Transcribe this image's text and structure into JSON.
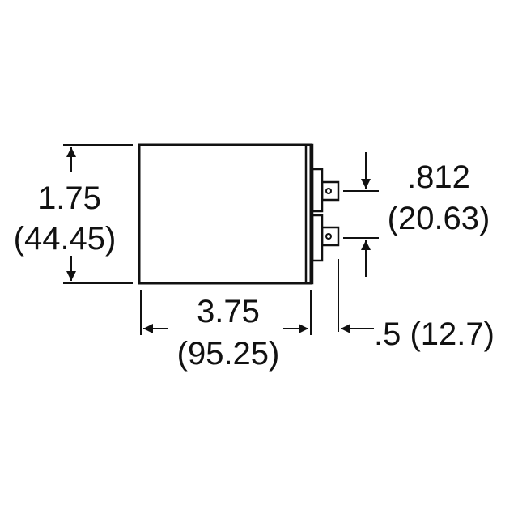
{
  "drawing": {
    "line_color": "#111111",
    "background": "#ffffff"
  },
  "dimensions": {
    "height": {
      "inch": "1.75",
      "mm": "(44.45)"
    },
    "width": {
      "inch": "3.75",
      "mm": "(95.25)"
    },
    "terminal_spacing": {
      "inch": ".812",
      "mm": "(20.63)"
    },
    "terminal_depth": {
      "label": ".5 (12.7)"
    }
  }
}
